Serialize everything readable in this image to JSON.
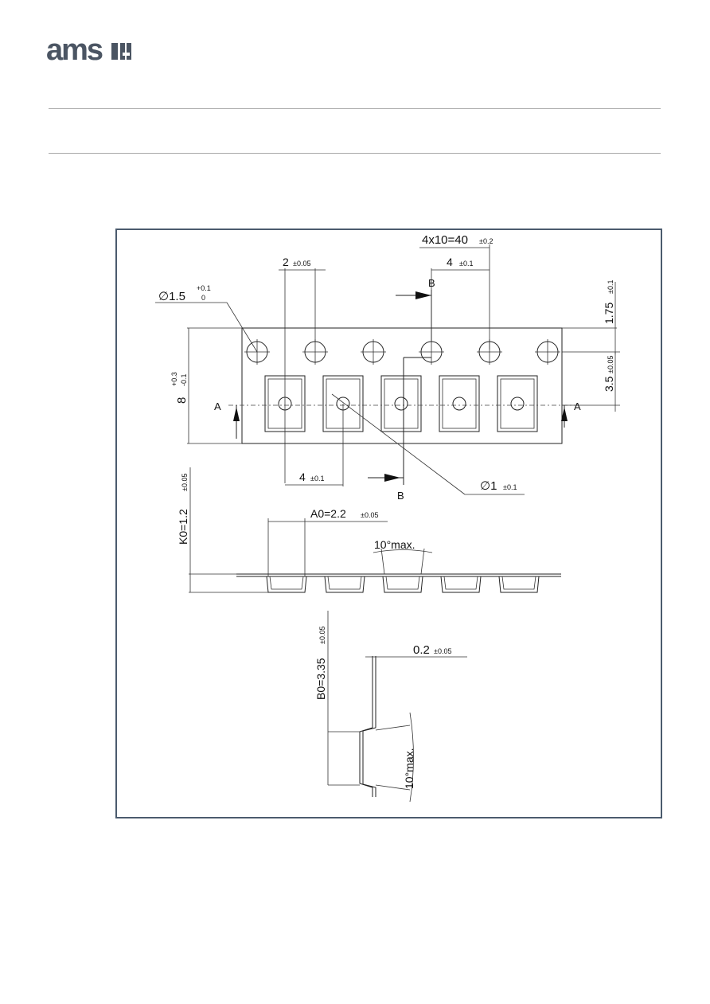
{
  "header": {
    "logo_text": "ams",
    "brand_color": "#4b5563"
  },
  "drawing": {
    "dim_pitch_total": "4x10=40",
    "dim_pitch_total_tol": "±0.2",
    "dim_hole_pitch": "4",
    "dim_hole_pitch_tol": "±0.1",
    "dim_hole_to_pocket": "2",
    "dim_hole_to_pocket_tol": "±0.05",
    "dim_hole_dia": "∅1.5",
    "dim_hole_dia_tol_plus": "+0.1",
    "dim_hole_dia_tol_minus": "0",
    "dim_edge_to_hole": "1.75",
    "dim_edge_to_hole_tol": "±0.1",
    "dim_hole_to_center": "3.5",
    "dim_hole_to_center_tol": "±0.05",
    "dim_tape_width": "8",
    "dim_tape_width_tol_plus": "+0.3",
    "dim_tape_width_tol_minus": "-0.1",
    "dim_pocket_pitch": "4",
    "dim_pocket_pitch_tol": "±0.1",
    "dim_pocket_hole": "∅1",
    "dim_pocket_hole_tol": "±0.1",
    "section_a": "A",
    "section_b": "B",
    "dim_a0": "A0=2.2",
    "dim_a0_tol": "±0.05",
    "dim_k0": "K0=1.2",
    "dim_k0_tol": "±0.05",
    "dim_draft_angle": "10°max.",
    "dim_b0": "B0=3.35",
    "dim_b0_tol": "±0.05",
    "dim_thickness": "0.2",
    "dim_thickness_tol": "±0.05"
  }
}
